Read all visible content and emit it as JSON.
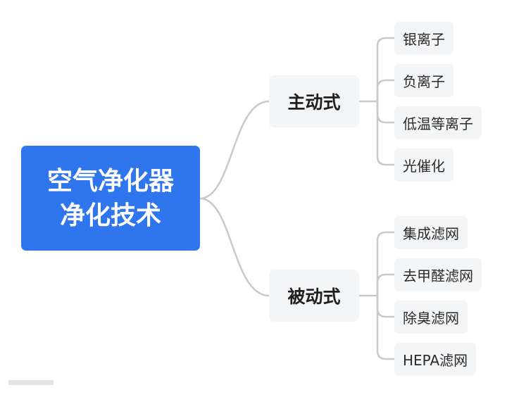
{
  "root": {
    "line1": "空气净化器",
    "line2": "净化技术"
  },
  "branches": [
    {
      "label": "主动式",
      "leaves": [
        "银离子",
        "负离子",
        "低温等离子",
        "光催化"
      ]
    },
    {
      "label": "被动式",
      "leaves": [
        "集成滤网",
        "去甲醛滤网",
        "除臭滤网",
        "HEPA滤网"
      ]
    }
  ],
  "colors": {
    "root_fill": "#2f76ee",
    "node_fill": "#f4f5f7",
    "connector": "#c9c9c9"
  }
}
